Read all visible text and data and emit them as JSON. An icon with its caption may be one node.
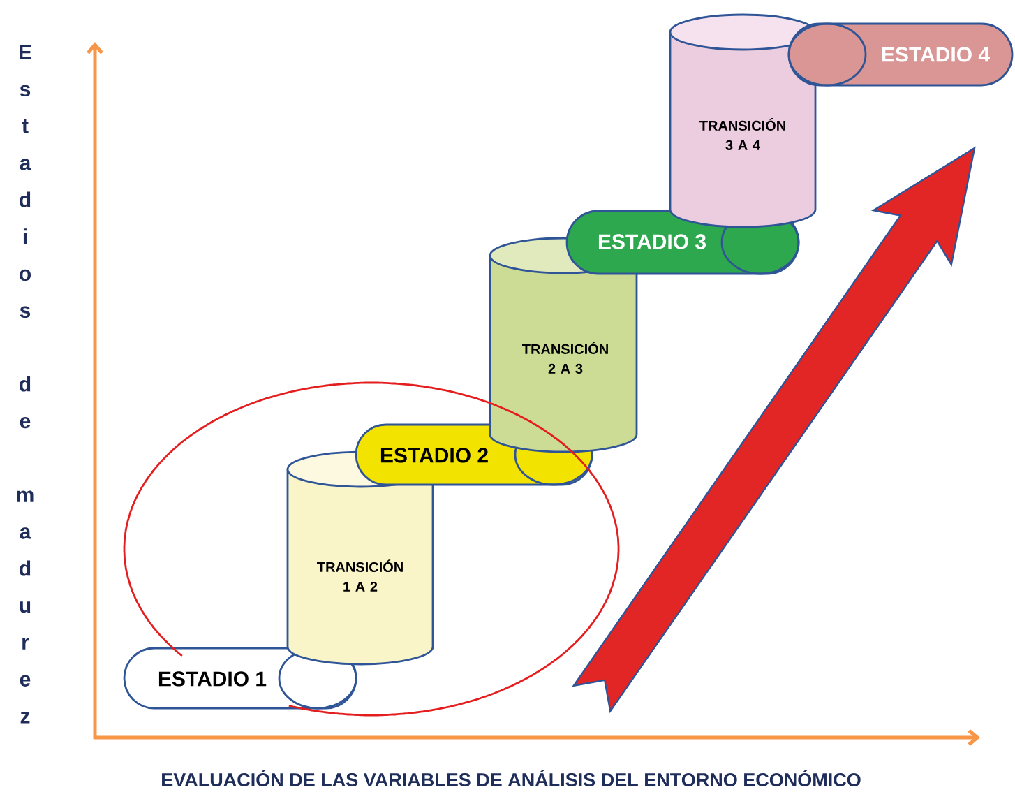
{
  "diagram": {
    "nodes": [
      {
        "text": [
          "ESTADIO 1"
        ]
      },
      {
        "text": [
          "TRANSICIÓN 1 A 2"
        ]
      },
      {
        "text": [
          "ESTADIO 2"
        ]
      },
      {
        "text": [
          "TRANSICIÓN 2 A 3"
        ]
      },
      {
        "text": [
          "ESTADIO 3"
        ]
      },
      {
        "text": [
          "TRANSICIÓN 3 A 4"
        ]
      },
      {
        "text": [
          "ESTADIO 4"
        ]
      }
    ],
    "labels": [
      "Estadios de madurez",
      "EVALUACIÓN DE LAS VARIABLES DE ANÁLISIS DEL ENTORNO ECONÓMICO"
    ]
  }
}
